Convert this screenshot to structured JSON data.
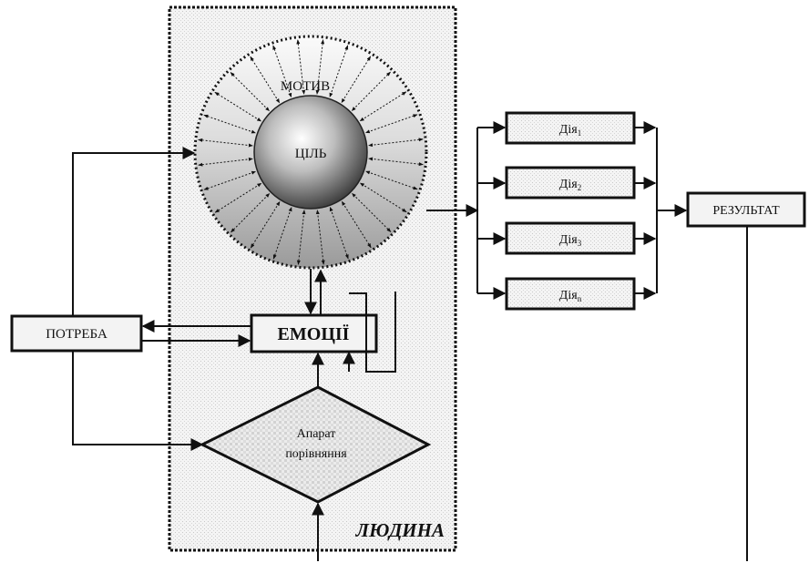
{
  "region": {
    "label": "ЛЮДИНА"
  },
  "circle": {
    "outer_label": "МОТИВ",
    "inner_label": "ЦІЛЬ"
  },
  "need": {
    "label": "ПОТРЕБА"
  },
  "emotions": {
    "label": "ЕМОЦІЇ"
  },
  "comparator": {
    "line1": "Апарат",
    "line2": "порівняння"
  },
  "actions": [
    {
      "base": "Дія",
      "sub": "1"
    },
    {
      "base": "Дія",
      "sub": "2"
    },
    {
      "base": "Дія",
      "sub": "3"
    },
    {
      "base": "Дія",
      "sub": "n"
    }
  ],
  "result": {
    "label": "РЕЗУЛЬТАТ"
  },
  "colors": {
    "ink": "#111111",
    "panel": "#ececec",
    "sphere_light": "#ffffff",
    "sphere_dark": "#3a3a3a",
    "ring_dark": "#9a9a9a"
  }
}
